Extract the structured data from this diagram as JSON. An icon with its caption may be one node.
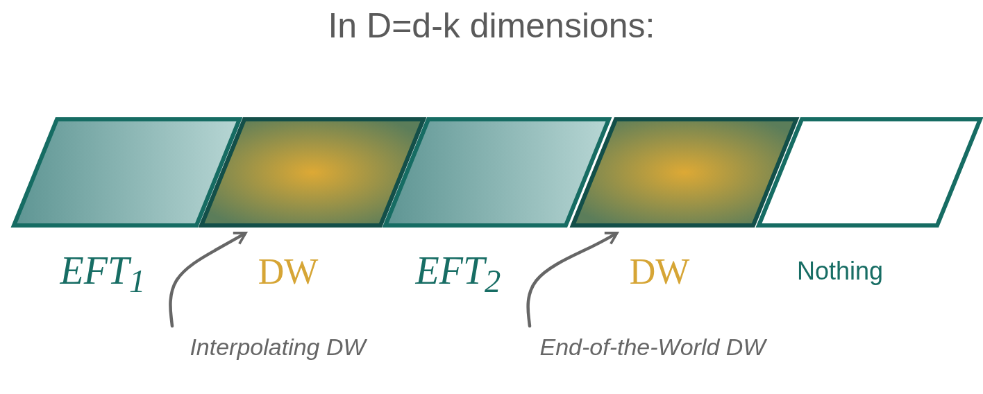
{
  "diagram": {
    "title": "In D=d-k dimensions:",
    "nodes": [
      {
        "text": [],
        "shape": "parallelogram",
        "beside": [
          "*EFT*$_{1}$"
        ]
      },
      {
        "text": [],
        "shape": "parallelogram",
        "beside": [
          "DW"
        ]
      },
      {
        "text": [],
        "shape": "parallelogram",
        "beside": [
          "*EFT*$_{2}$"
        ]
      },
      {
        "text": [],
        "shape": "parallelogram",
        "beside": [
          "DW"
        ]
      },
      {
        "text": [],
        "shape": "parallelogram",
        "beside": [
          "Nothing"
        ]
      },
      {
        "text": [
          "Interpolating DW"
        ]
      },
      {
        "text": [
          "End-of-the-World DW"
        ]
      }
    ],
    "edges": [
      {
        "from": 5,
        "to": 1,
        "arrow": "to",
        "color": "#666666"
      },
      {
        "from": 6,
        "to": 3,
        "arrow": "to",
        "color": "#666666"
      }
    ]
  }
}
